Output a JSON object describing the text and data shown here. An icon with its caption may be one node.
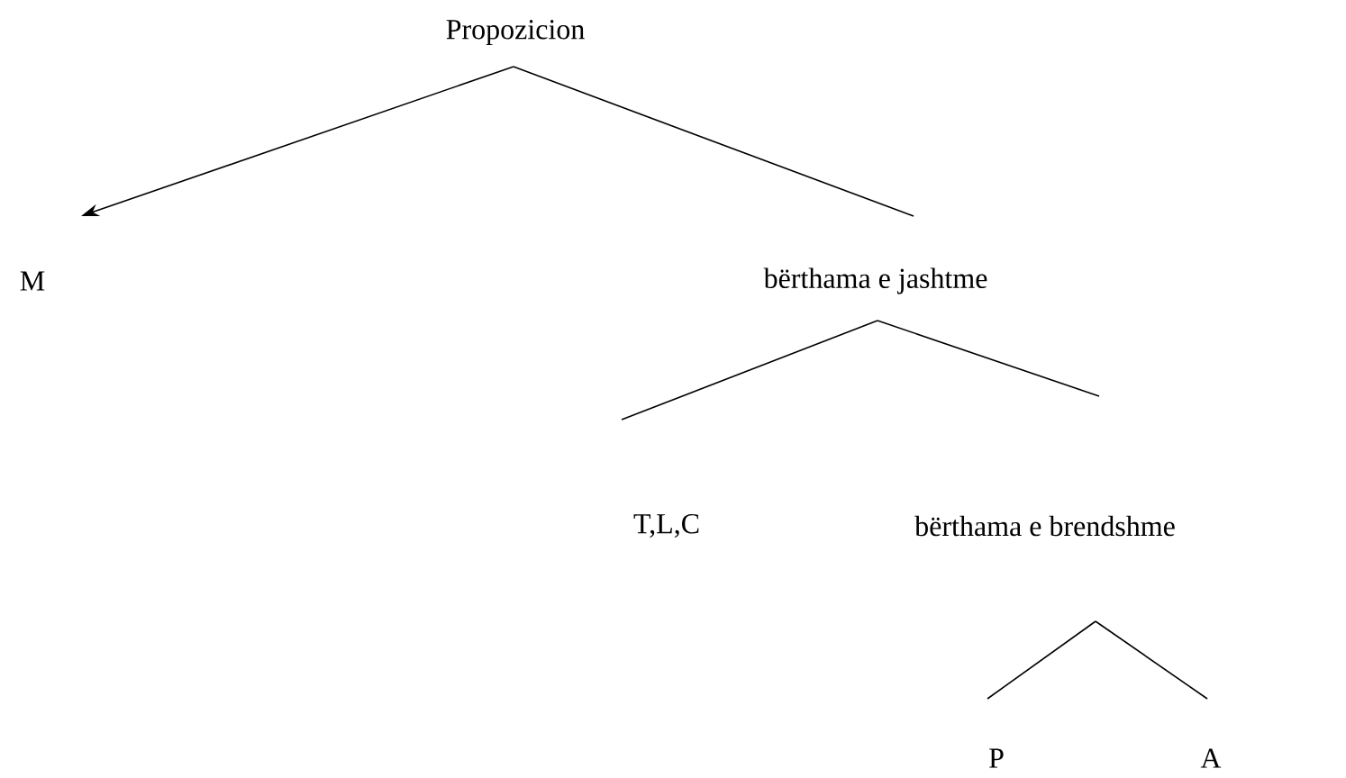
{
  "diagram": {
    "nodes": [
      {
        "text": [
          "Propozicion"
        ]
      },
      {
        "text": [
          "M"
        ]
      },
      {
        "text": [
          "bërthama e jashtme"
        ]
      },
      {
        "text": [
          "T,L,C"
        ]
      },
      {
        "text": [
          "bërthama e brendshme"
        ]
      },
      {
        "text": [
          "P"
        ]
      },
      {
        "text": [
          "A"
        ]
      }
    ],
    "edges": [
      {
        "from": 0,
        "to": 1,
        "arrow": "to"
      },
      {
        "from": 0,
        "to": 2,
        "arrow": "none"
      },
      {
        "from": 2,
        "to": 3,
        "arrow": "none"
      },
      {
        "from": 2,
        "to": 4,
        "arrow": "none"
      },
      {
        "from": 4,
        "to": 5,
        "arrow": "none"
      },
      {
        "from": 4,
        "to": 6,
        "arrow": "none"
      }
    ]
  }
}
